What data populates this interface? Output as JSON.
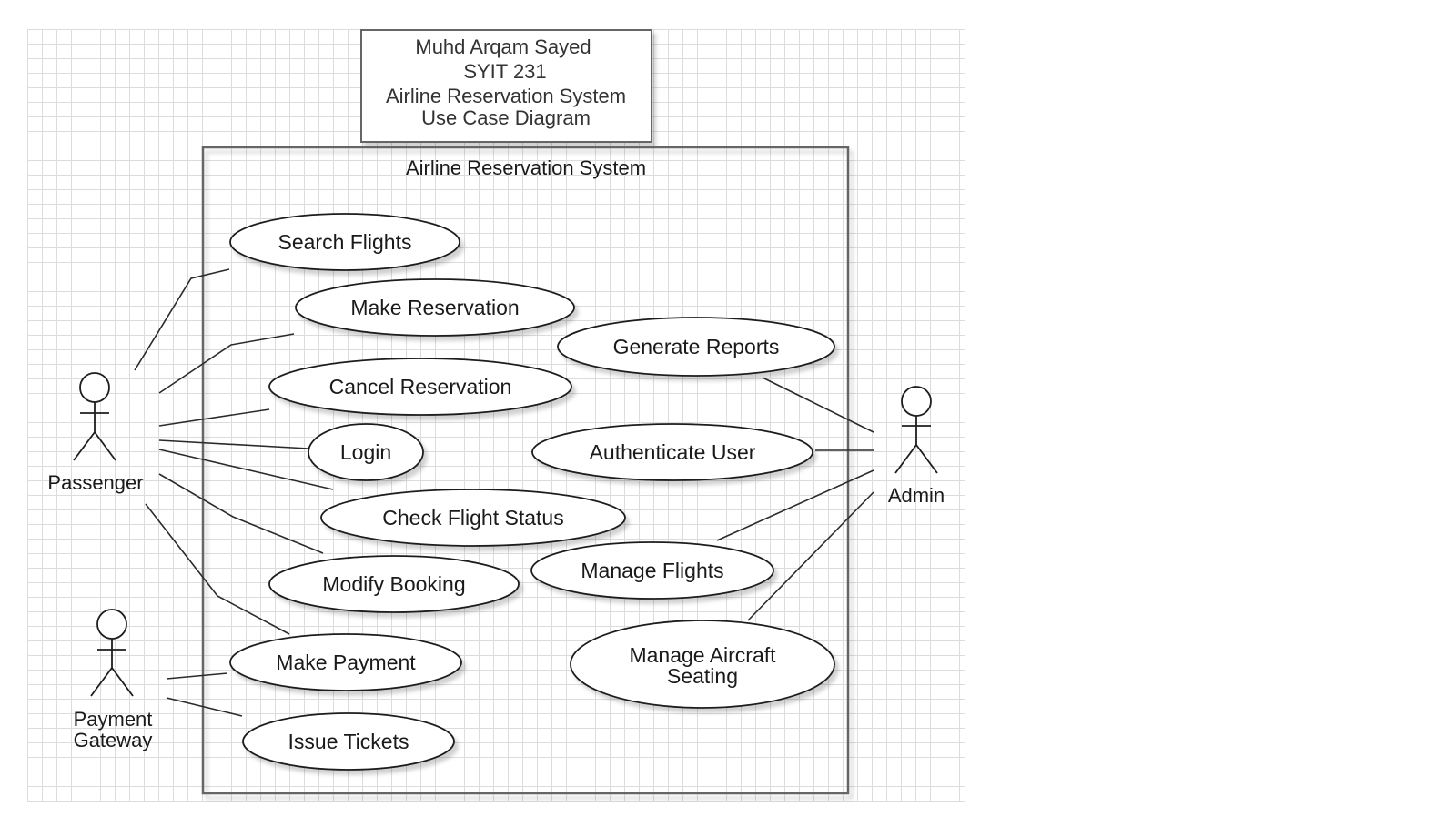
{
  "note": {
    "lines": [
      "Muhd Arqam Sayed",
      "SYIT 231",
      "Airline Reservation System",
      "Use Case Diagram"
    ]
  },
  "system": {
    "title": "Airline Reservation System"
  },
  "actors": {
    "passenger": "Passenger",
    "payment_gateway": [
      "Payment",
      "Gateway"
    ],
    "admin": "Admin"
  },
  "use_cases": {
    "search_flights": "Search Flights",
    "make_reservation": "Make Reservation",
    "generate_reports": "Generate Reports",
    "cancel_reservation": "Cancel Reservation",
    "login": "Login",
    "authenticate_user": "Authenticate User",
    "check_flight_status": "Check Flight Status",
    "manage_flights": "Manage Flights",
    "modify_booking": "Modify Booking",
    "manage_aircraft_seating": [
      "Manage Aircraft",
      "Seating"
    ],
    "make_payment": "Make Payment",
    "issue_tickets": "Issue Tickets"
  },
  "colors": {
    "line": "#2b2b2b",
    "border": "#555555",
    "grid": "#dcdcdc"
  }
}
